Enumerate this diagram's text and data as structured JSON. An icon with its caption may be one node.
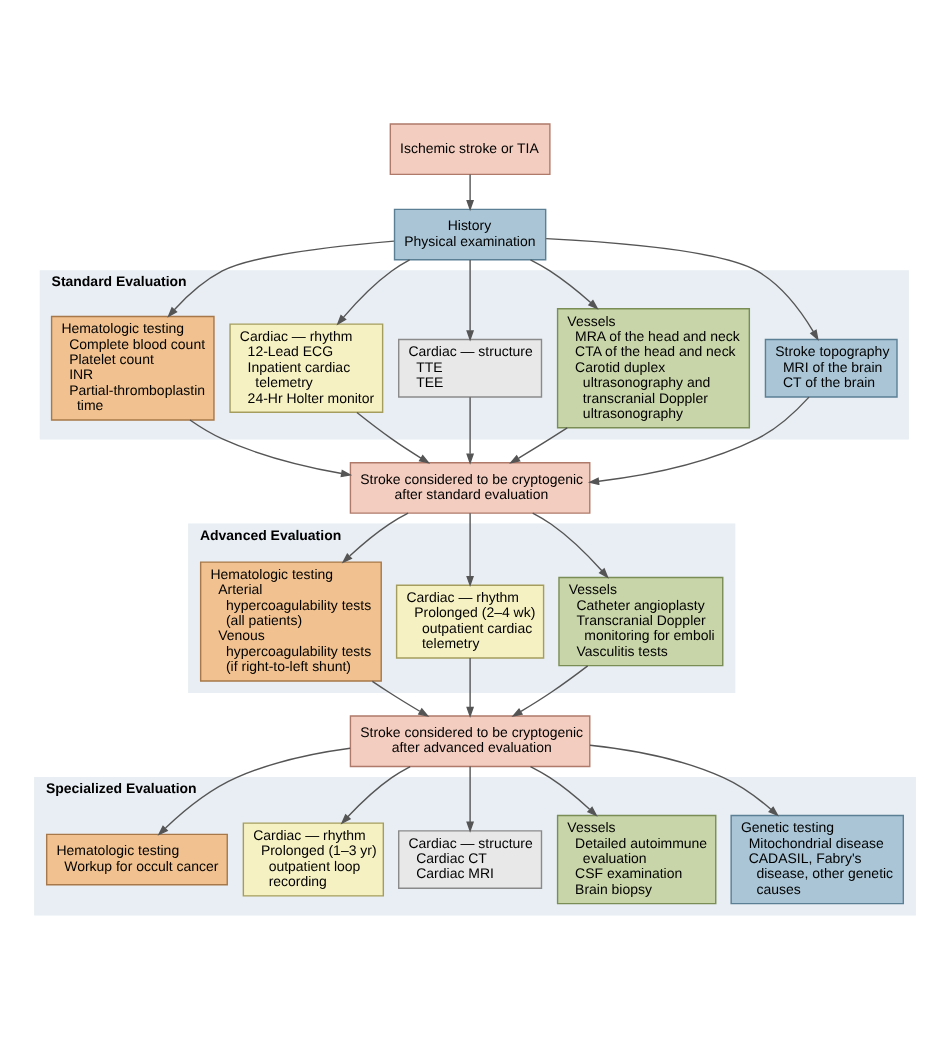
{
  "diagram": {
    "nodes": [
      {
        "text": [
          "Ischemic stroke or TIA"
        ]
      },
      {
        "text": [
          "History",
          "Physical examination"
        ]
      },
      {
        "text": [
          "Standard Evaluation"
        ]
      },
      {
        "text": [
          "Stroke topography",
          "MRI of the brain",
          "CT of the brain"
        ],
        "in": 2
      },
      {
        "text": [
          "Vessels",
          "MRA of the head and neck",
          "CTA of the head and neck",
          "Carotid duplex ultrasonography and transcranial Doppler ultrasonography"
        ],
        "in": 2
      },
      {
        "text": [
          "Cardiac — structure",
          "TTE",
          "TEE"
        ],
        "in": 2
      },
      {
        "text": [
          "Cardiac — rhythm",
          "12-Lead ECG",
          "Inpatient cardiac telemetry",
          "24-Hr Holter monitor"
        ],
        "in": 2
      },
      {
        "text": [
          "Hematologic testing",
          "Complete blood count",
          "Platelet count",
          "INR",
          "Partial-thromboplastin time"
        ],
        "in": 2
      },
      {
        "text": [
          "Stroke considered to be cryptogenic after standard evaluation"
        ]
      },
      {
        "text": [
          "Advanced Evaluation"
        ]
      },
      {
        "text": [
          "Vessels",
          "Catheter angioplasty",
          "Transcranial Doppler monitoring for emboli",
          "Vasculitis tests"
        ],
        "in": 9
      },
      {
        "text": [
          "Cardiac — rhythm",
          "Prolonged (2–4 wk) outpatient cardiac telemetry"
        ],
        "in": 9
      },
      {
        "text": [
          "Hematologic testing",
          "Arterial hypercoagulability tests (all patients)",
          "Venous hypercoagulability tests (if right-to-left shunt)"
        ],
        "in": 9
      },
      {
        "text": [
          "Stroke considered to be cryptogenic after advanced evaluation"
        ]
      },
      {
        "text": [
          "Specialized Evaluation"
        ]
      },
      {
        "text": [
          "Genetic testing",
          "Mitochondrial disease",
          "CADASIL, Fabry's disease, other genetic causes"
        ],
        "in": 14
      },
      {
        "text": [
          "Vessels",
          "Detailed autoimmune evaluation",
          "CSF examination",
          "Brain biopsy"
        ],
        "in": 14
      },
      {
        "text": [
          "Cardiac — structure",
          "Cardiac CT",
          "Cardiac MRI"
        ],
        "in": 14
      },
      {
        "text": [
          "Cardiac — rhythm",
          "Prolonged (1–3 yr) outpatient loop recording"
        ],
        "in": 14
      },
      {
        "text": [
          "Hematologic testing",
          "Workup for occult cancer"
        ],
        "in": 14
      }
    ],
    "edges": [
      {
        "from": 0,
        "to": 1,
        "arrow": "to"
      },
      {
        "from": 1,
        "to": 3,
        "arrow": "to"
      },
      {
        "from": 1,
        "to": 4,
        "arrow": "to"
      },
      {
        "from": 1,
        "to": 5,
        "arrow": "to"
      },
      {
        "from": 1,
        "to": 6,
        "arrow": "to"
      },
      {
        "from": 1,
        "to": 7,
        "arrow": "to"
      },
      {
        "from": 3,
        "to": 8,
        "arrow": "to"
      },
      {
        "from": 4,
        "to": 8,
        "arrow": "to"
      },
      {
        "from": 5,
        "to": 8,
        "arrow": "to"
      },
      {
        "from": 6,
        "to": 8,
        "arrow": "to"
      },
      {
        "from": 7,
        "to": 8,
        "arrow": "to"
      },
      {
        "from": 8,
        "to": 10,
        "arrow": "to"
      },
      {
        "from": 8,
        "to": 11,
        "arrow": "to"
      },
      {
        "from": 8,
        "to": 12,
        "arrow": "to"
      },
      {
        "from": 10,
        "to": 13,
        "arrow": "to"
      },
      {
        "from": 11,
        "to": 13,
        "arrow": "to"
      },
      {
        "from": 12,
        "to": 13,
        "arrow": "to"
      },
      {
        "from": 13,
        "to": 15,
        "arrow": "to"
      },
      {
        "from": 13,
        "to": 16,
        "arrow": "to"
      },
      {
        "from": 13,
        "to": 17,
        "arrow": "to"
      },
      {
        "from": 13,
        "to": 18,
        "arrow": "to"
      },
      {
        "from": 13,
        "to": 19,
        "arrow": "to"
      }
    ]
  }
}
